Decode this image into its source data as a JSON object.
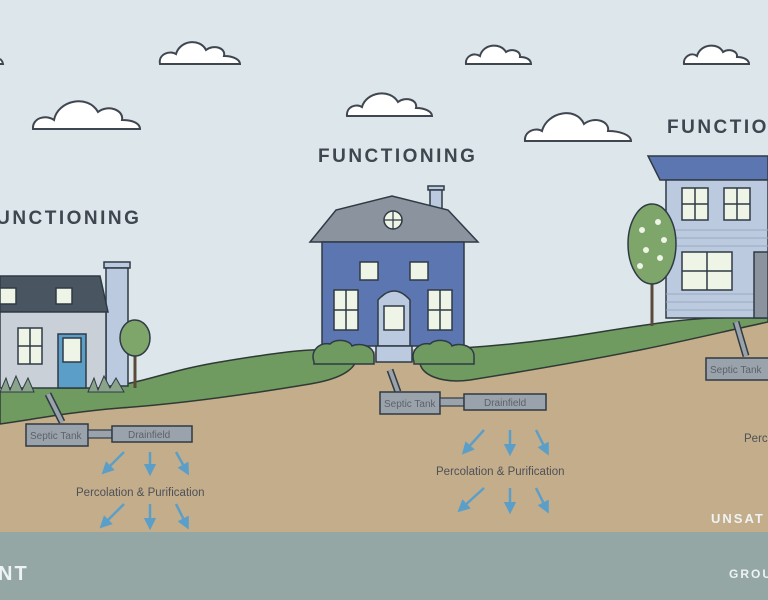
{
  "houses": [
    {
      "status": "FUNCTIONING",
      "tank": "Septic Tank",
      "field": "Drainfield",
      "perc": "Percolation & Purification"
    },
    {
      "status": "FUNCTIONING",
      "tank": "Septic Tank",
      "field": "Drainfield",
      "perc": "Percolation & Purification"
    },
    {
      "status": "FUNCTIONING",
      "tank": "Septic Tank",
      "perc": "Perco"
    }
  ],
  "bands": {
    "unsaturated": "UNSAT",
    "ground_left": "NT",
    "ground_right": "GROU"
  },
  "colors": {
    "sky": "#dde6ea",
    "soil": "#c4ad8a",
    "grass": "#6f9a60",
    "groundwater": "#94a7a4",
    "water_arrow": "#5b9fc9",
    "house_blue": "#5c76b2",
    "house_light": "#bccadf"
  }
}
